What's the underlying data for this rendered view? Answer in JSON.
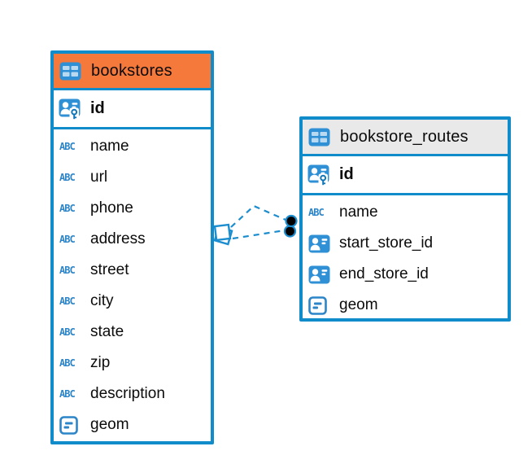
{
  "diagram": {
    "background": "#ffffff",
    "type_labels": {
      "text": "ABC"
    },
    "colors": {
      "table_border": "#108CCB",
      "header_orange": "#F5793B",
      "header_gray": "#E9E9E9",
      "icon_blue": "#3090D6",
      "icon_cell_blue": "#B9D9F0",
      "text_type_blue": "#2C85C8",
      "relation_line_blue": "#1C8DCE",
      "endpoint_dot": "#000000"
    },
    "tables": [
      {
        "name": "bookstores",
        "header_color": "#F5793B",
        "primary_key": {
          "name": "id"
        },
        "columns": [
          {
            "name": "name",
            "type": "text"
          },
          {
            "name": "url",
            "type": "text"
          },
          {
            "name": "phone",
            "type": "text"
          },
          {
            "name": "address",
            "type": "text"
          },
          {
            "name": "street",
            "type": "text"
          },
          {
            "name": "city",
            "type": "text"
          },
          {
            "name": "state",
            "type": "text"
          },
          {
            "name": "zip",
            "type": "text"
          },
          {
            "name": "description",
            "type": "text"
          },
          {
            "name": "geom",
            "type": "geometry"
          }
        ]
      },
      {
        "name": "bookstore_routes",
        "header_color": "#E9E9E9",
        "primary_key": {
          "name": "id"
        },
        "columns": [
          {
            "name": "name",
            "type": "text"
          },
          {
            "name": "start_store_id",
            "type": "reference"
          },
          {
            "name": "end_store_id",
            "type": "reference"
          },
          {
            "name": "geom",
            "type": "geometry"
          }
        ]
      }
    ],
    "relationships": [
      {
        "from_table": "bookstores",
        "to_table": "bookstore_routes",
        "style": "dashed",
        "source_marker": "diamond",
        "target_marker": "dot"
      },
      {
        "from_table": "bookstores",
        "to_table": "bookstore_routes",
        "style": "dashed",
        "source_marker": "diamond",
        "target_marker": "dot"
      }
    ]
  }
}
